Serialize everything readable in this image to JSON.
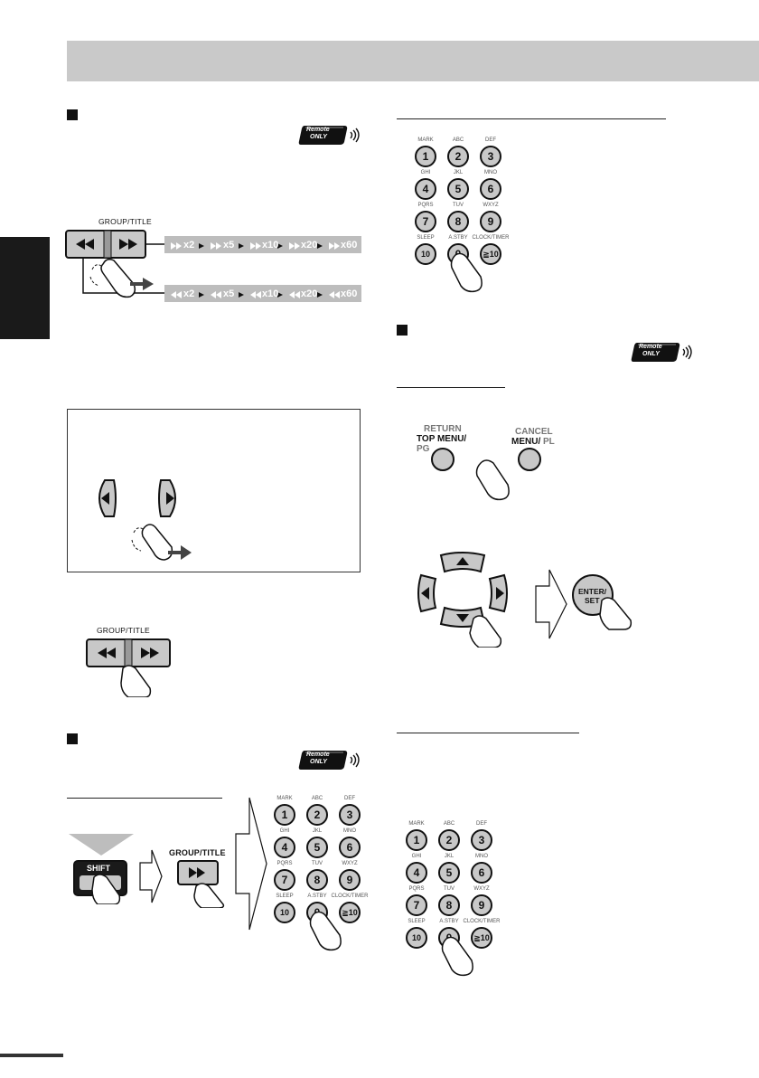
{
  "buttons": {
    "group_title": "GROUP/TITLE",
    "shift": "SHIFT",
    "return_label": "RETURN",
    "top_menu_label": "TOP MENU/",
    "pg_label": "PG",
    "cancel_label": "CANCEL",
    "menu_label": "MENU/",
    "pl_label": "PL",
    "enter_line1": "ENTER/",
    "enter_line2": "SET"
  },
  "remote_badge": {
    "line1": "Remote",
    "line2": "ONLY"
  },
  "speeds": {
    "forward": [
      "x2",
      "x5",
      "x10",
      "x20",
      "x60"
    ],
    "reverse": [
      "x2",
      "x5",
      "x10",
      "x20",
      "x60"
    ]
  },
  "keypad": {
    "keys": [
      {
        "sub": "MARK",
        "num": "1"
      },
      {
        "sub": "ABC",
        "num": "2"
      },
      {
        "sub": "DEF",
        "num": "3"
      },
      {
        "sub": "GHI",
        "num": "4"
      },
      {
        "sub": "JKL",
        "num": "5"
      },
      {
        "sub": "MNO",
        "num": "6"
      },
      {
        "sub": "PQRS",
        "num": "7"
      },
      {
        "sub": "TUV",
        "num": "8"
      },
      {
        "sub": "WXYZ",
        "num": "9"
      },
      {
        "sub": "SLEEP",
        "num": "10"
      },
      {
        "sub": "A.STBY",
        "num": "0"
      },
      {
        "sub": "CLOCK/TIMER",
        "num": "≧10"
      }
    ]
  },
  "colors": {
    "header_bar": "#c9c9c9",
    "side_tab": "#1a1a1a",
    "button_fill": "#c8c8c8",
    "speed_bar": "#bdbdbd"
  }
}
